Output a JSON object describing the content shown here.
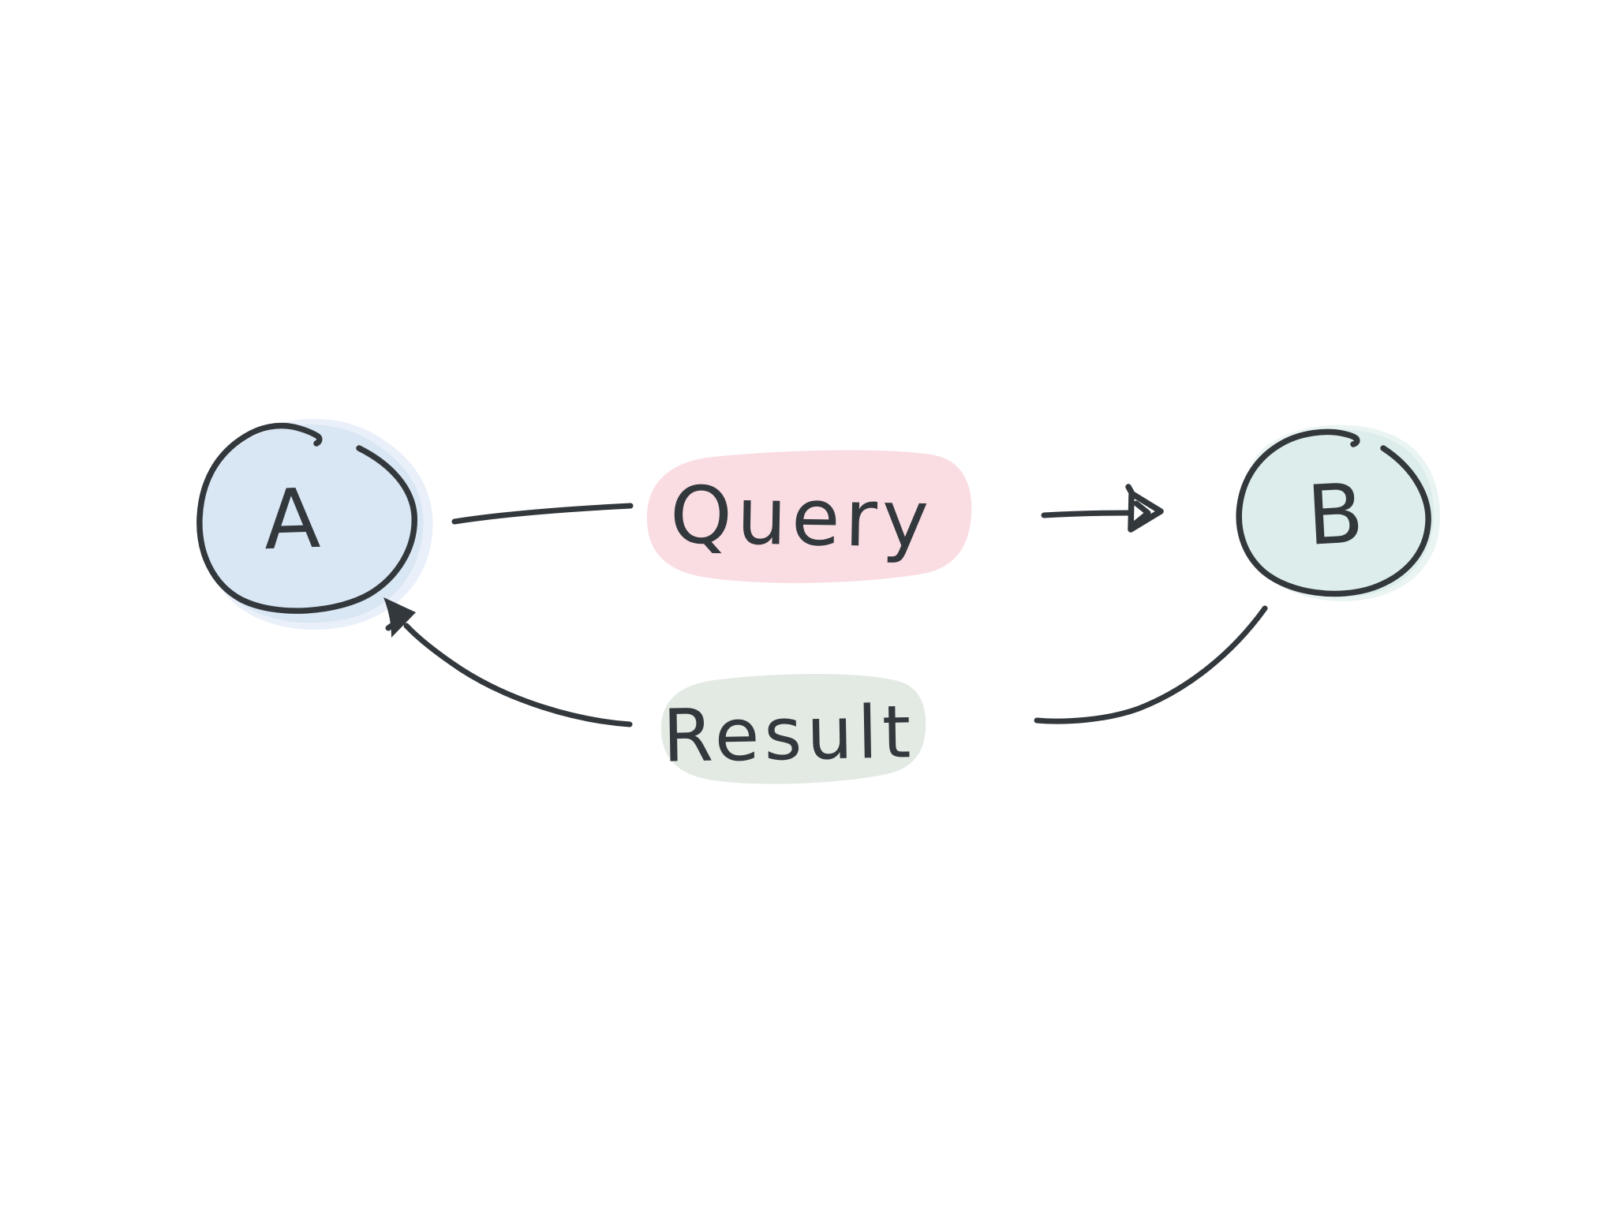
{
  "diagram": {
    "background": "#ffffff",
    "ink": "#33383d",
    "node_a": {
      "label": "A",
      "fill": "#d9e6f3",
      "halo": "#e9f0f9"
    },
    "node_b": {
      "label": "B",
      "fill": "#dcedeb",
      "halo": "#eaf4f2"
    },
    "query_label": {
      "text": "Query",
      "fill": "#fadde3"
    },
    "result_label": {
      "text": "Result",
      "fill": "#e3eae4"
    },
    "edges": [
      {
        "from": "A",
        "to": "B",
        "label": "Query"
      },
      {
        "from": "B",
        "to": "A",
        "label": "Result"
      }
    ]
  }
}
